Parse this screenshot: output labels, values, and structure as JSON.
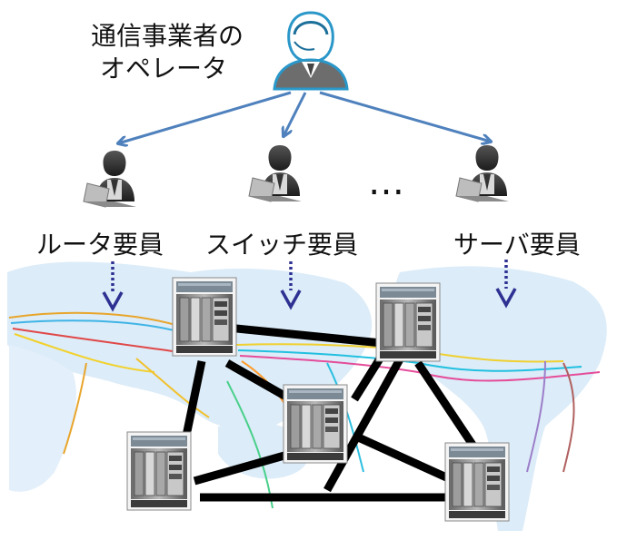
{
  "operator": {
    "line1": "通信事業者の",
    "line2": "オペレータ",
    "icon": "headset-operator-icon"
  },
  "staff": [
    {
      "label": "ルータ要員",
      "icon": "laptop-user-icon"
    },
    {
      "label": "スイッチ要員",
      "icon": "laptop-user-icon"
    },
    {
      "label": "サーバ要員",
      "icon": "laptop-user-icon"
    }
  ],
  "ellipsis": "…",
  "colors": {
    "arrow": "#4f81bd",
    "dotted_arrow": "#2e3192",
    "link": "#000000",
    "map_ocean": "#ffffff",
    "map_land": "#dcecf8"
  },
  "background": {
    "icon": "world-map-submarine-cables"
  },
  "devices": {
    "icon": "network-chassis-icon",
    "count": 5
  }
}
